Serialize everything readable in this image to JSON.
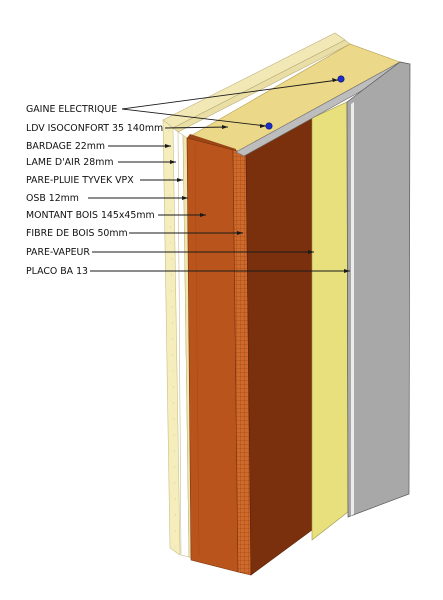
{
  "labels": [
    {
      "id": "gaine",
      "text": "GAINE ELECTRIQUE"
    },
    {
      "id": "ldv",
      "text": "LDV ISOCONFORT 35 140mm"
    },
    {
      "id": "bardage",
      "text": "BARDAGE 22mm"
    },
    {
      "id": "lame",
      "text": "LAME D'AIR 28mm"
    },
    {
      "id": "pareplu",
      "text": "PARE-PLUIE TYVEK VPX"
    },
    {
      "id": "osb",
      "text": "OSB 12mm"
    },
    {
      "id": "montant",
      "text": "MONTANT BOIS 145x45mm"
    },
    {
      "id": "fibre",
      "text": "FIBRE DE BOIS 50mm"
    },
    {
      "id": "parevap",
      "text": "PARE-VAPEUR"
    },
    {
      "id": "placo",
      "text": "PLACO BA 13"
    }
  ],
  "colors": {
    "bardage": "#f5eebc",
    "bardage_edge": "#c9bf86",
    "wood_front": "#b9551c",
    "wood_top": "#9a4617",
    "wood_side": "#7a300c",
    "fibre": "#cf6a2c",
    "insulation": "#e8e07c",
    "insulation_top": "#ecd889",
    "placo_face": "#a8a8a8",
    "placo_top": "#bdbdbd",
    "conduit": "#1a2fcc"
  }
}
